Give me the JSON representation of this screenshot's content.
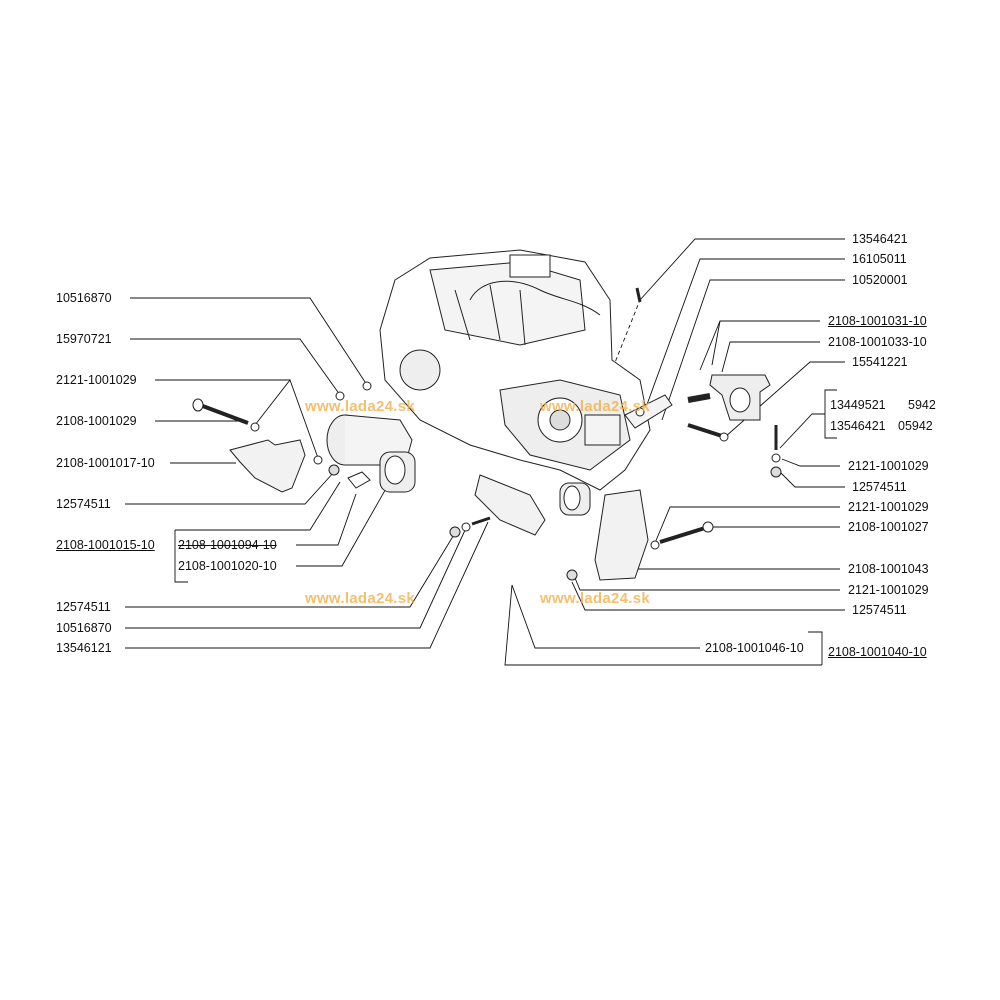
{
  "watermark": "www.lada24.sk",
  "left_labels": {
    "l1": "10516870",
    "l2": "15970721",
    "l3": "2121-1001029",
    "l4": "2108-1001029",
    "l5": "2108-1001017-10",
    "l6": "12574511",
    "l7": "2108-1001015-10",
    "l8": "2108-1001094-10",
    "l9": "2108-1001020-10",
    "l10": "12574511",
    "l11": "10516870",
    "l12": "13546121"
  },
  "right_labels": {
    "r1": "13546421",
    "r2": "16105011",
    "r3": "10520001",
    "r4": "2108-1001031-10",
    "r5": "2108-1001033-10",
    "r6": "15541221",
    "r7a": "13449521",
    "r7b": "5942",
    "r8a": "13546421",
    "r8b": "05942",
    "r9": "2121-1001029",
    "r10": "12574511",
    "r11": "2121-1001029",
    "r12": "2108-1001027",
    "r13": "2108-1001043",
    "r14": "2121-1001029",
    "r15": "12574511",
    "r16": "2108-1001046-10",
    "r17": "2108-1001040-10"
  },
  "colors": {
    "line": "#111111",
    "watermark": "#f2b04a"
  }
}
